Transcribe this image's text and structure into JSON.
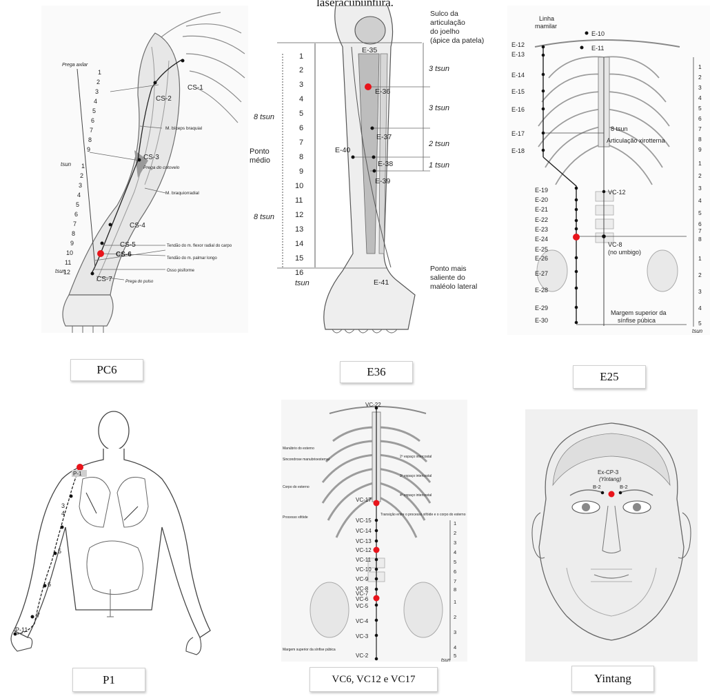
{
  "page_title": "laseracupuntura.",
  "captions": {
    "pc6": "PC6",
    "e36": "E36",
    "e25": "E25",
    "p1": "P1",
    "vc": "VC6, VC12 e VC17",
    "yintang": "Yintang"
  },
  "colors": {
    "acupoint": "#e8141b",
    "point": "#111111",
    "bone": "#e2e2e2",
    "line": "#555555"
  },
  "pc6_panel": {
    "labels": {
      "prega_axilar": "Prega axilar",
      "tsun_upper": "tsun",
      "tsun_lower": "tsun",
      "biceps": "M. bíceps braquial",
      "prega_cotovelo": "Prega do cotovelo",
      "braquiorradial": "M. braquiorradial",
      "tendao_flexor": "Tendão do m. flexor radial do carpo",
      "tendao_palmar": "Tendão do m. palmar longo",
      "pisiforme": "Osso pisiforme",
      "prega_pulso": "Prega do pulso"
    },
    "points": [
      "CS-1",
      "CS-2",
      "CS-3",
      "CS-4",
      "CS-5",
      "CS-6",
      "CS-7"
    ],
    "scale_upper": [
      "1",
      "2",
      "3",
      "4",
      "5",
      "6",
      "7",
      "8",
      "9"
    ],
    "scale_lower": [
      "1",
      "2",
      "3",
      "4",
      "5",
      "6",
      "7",
      "8",
      "9",
      "10",
      "11",
      "12"
    ]
  },
  "e36_panel": {
    "header": [
      "Sulco da",
      "articulação",
      "do joelho",
      "(ápice da patela)"
    ],
    "scale": [
      "1",
      "2",
      "3",
      "4",
      "5",
      "6",
      "7",
      "8",
      "9",
      "10",
      "11",
      "12",
      "13",
      "14",
      "15",
      "16"
    ],
    "tsun_word": "tsun",
    "left_labels": {
      "upper": "8 tsun",
      "middle_1": "Ponto",
      "middle_2": "médio",
      "lower": "8 tsun"
    },
    "right_labels": {
      "a": "3 tsun",
      "b": "3 tsun",
      "c": "2 tsun",
      "d": "1 tsun"
    },
    "points": [
      "E-35",
      "E-36",
      "E-37",
      "E-38",
      "E-39",
      "E-40",
      "E-41"
    ],
    "footer": [
      "Ponto mais",
      "saliente do",
      "maléolo lateral"
    ]
  },
  "e25_panel": {
    "linha": [
      "Linha",
      "mamilar"
    ],
    "left_points": [
      "E-12",
      "E-13",
      "E-14",
      "E-15",
      "E-16",
      "E-17",
      "E-18",
      "E-19",
      "E-20",
      "E-21",
      "E-22",
      "E-23",
      "E-24",
      "E-25",
      "E-26",
      "E-27",
      "E-28",
      "E-29",
      "E-30"
    ],
    "top_points": [
      "E-10",
      "E-11"
    ],
    "vc_labels": [
      "VC-12",
      "VC-8",
      "(no umbigo)"
    ],
    "articulacao": "Articulação xirotterna",
    "eight_tsun": "8 tsun",
    "margem": [
      "Margem superior da",
      "sínfise púbica"
    ],
    "right_scale_upper": [
      "1",
      "2",
      "3",
      "4",
      "5",
      "6",
      "7",
      "8",
      "9"
    ],
    "right_scale_mid": [
      "1",
      "2",
      "3",
      "4",
      "5",
      "6",
      "7",
      "8"
    ],
    "right_scale_low": [
      "1",
      "2",
      "3",
      "4",
      "5"
    ],
    "tsun": "tsun"
  },
  "p1_panel": {
    "points": [
      "P-1",
      "3",
      "4",
      "5",
      "6",
      "7",
      "P-11"
    ]
  },
  "vc_panel": {
    "points": [
      "VC-22",
      "VC-17",
      "VC-15",
      "VC-14",
      "VC-13",
      "VC-12",
      "VC-11",
      "VC-10",
      "VC-9",
      "VC-8",
      "VC-7",
      "VC-6",
      "VC-5",
      "VC-4",
      "VC-3",
      "VC-2"
    ],
    "left_notes": [
      "Manúbrio do esterno",
      "Sincondrose manubrioesternal",
      "Corpo do esterno",
      "Processo xifóide",
      "Margem superior da sínfise púbica"
    ],
    "right_notes": [
      "2º espaço intercostal",
      "3º espaço intercostal",
      "4º espaço intercostal",
      "Transição entre o processo xifóide e o corpo do esterno"
    ],
    "scale_upper": [
      "1",
      "2",
      "3",
      "4",
      "5",
      "6",
      "7",
      "8"
    ],
    "scale_lower": [
      "1",
      "2",
      "3",
      "4",
      "5"
    ],
    "tsun": "tsun"
  },
  "yintang_panel": {
    "point_name": "Ex-CP-3",
    "point_alias": "(Yintang)",
    "b2_left": "B-2",
    "b2_right": "B-2"
  }
}
